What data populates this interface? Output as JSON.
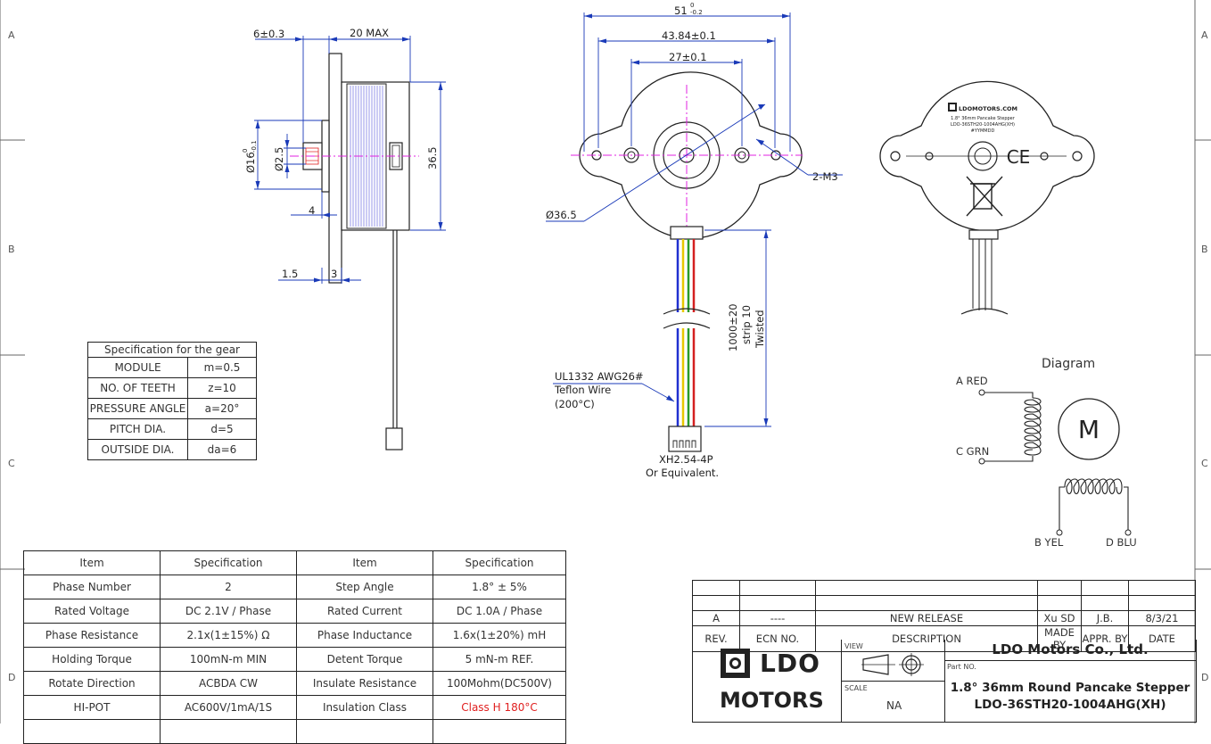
{
  "zones": {
    "left": [
      "A",
      "B",
      "C",
      "D"
    ],
    "right": [
      "A",
      "B",
      "C",
      "D"
    ]
  },
  "side_dims": {
    "d_6": "6±0.3",
    "d_20max": "20 MAX",
    "d_phi16": "Ø16",
    "d_phi16_tol_up": "0",
    "d_phi16_tol_dn": "-0.1",
    "d_phi25": "Ø2.5",
    "d_365": "36.5",
    "d_4": "4",
    "d_15": "1.5",
    "d_3": "3"
  },
  "front_dims": {
    "d_51": "51",
    "d_51_tol_up": "0",
    "d_51_tol_dn": "-0.2",
    "d_4384": "43.84±0.1",
    "d_27": "27±0.1",
    "d_2m3": "2-M3",
    "d_phi365": "Ø36.5",
    "lead_len": "1000±20",
    "lead_strip": "strip 10",
    "lead_twist": "Twisted",
    "wire_1": "UL1332 AWG26#",
    "wire_2": "Teflon Wire",
    "wire_3": "(200°C)",
    "conn_1": "XH2.54-4P",
    "conn_2": "Or Equivalent."
  },
  "label_plate": {
    "brand": "LDOMOTORS.COM",
    "line1": "1.8° 36mm Pancake Stepper",
    "line2": "LDO-36STH20-1004AHG(XH)",
    "line3": "#YYMMDD",
    "ce": "CE"
  },
  "diagram": {
    "title": "Diagram",
    "a": "A RED",
    "c": "C GRN",
    "b": "B YEL",
    "d": "D BLU",
    "motor": "M"
  },
  "gear_table": {
    "title": "Specification for the gear",
    "rows": [
      {
        "k": "MODULE",
        "v": "m=0.5"
      },
      {
        "k": "NO.  OF TEETH",
        "v": "z=10"
      },
      {
        "k": "PRESSURE ANGLE",
        "v": "a=20°"
      },
      {
        "k": "PITCH DIA.",
        "v": "d=5"
      },
      {
        "k": "OUTSIDE DIA.",
        "v": "da=6"
      }
    ]
  },
  "spec_table": {
    "headers": [
      "Item",
      "Specification",
      "Item",
      "Specification"
    ],
    "rows": [
      [
        "Phase Number",
        "2",
        "Step Angle",
        "1.8° ± 5%"
      ],
      [
        "Rated Voltage",
        "DC 2.1V / Phase",
        "Rated Current",
        "DC 1.0A / Phase"
      ],
      [
        "Phase Resistance",
        "2.1x(1±15%) Ω",
        "Phase Inductance",
        "1.6x(1±20%) mH"
      ],
      [
        "Holding Torque",
        "100mN-m MIN",
        "Detent Torque",
        "5 mN-m REF."
      ],
      [
        "Rotate Direction",
        "ACBDA CW",
        "Insulate Resistance",
        "100Mohm(DC500V)"
      ],
      [
        "HI-POT",
        "AC600V/1mA/1S",
        "Insulation Class",
        "Class H 180°C"
      ],
      [
        "",
        "",
        "",
        ""
      ]
    ],
    "highlight_color": "#e02020"
  },
  "title_block": {
    "rev_row": {
      "rev": "A",
      "ecn": "----",
      "desc": "NEW RELEASE",
      "made": "Xu SD",
      "appr": "J.B.",
      "date": "8/3/21"
    },
    "header_row": {
      "rev": "REV.",
      "ecn": "ECN NO.",
      "desc": "DESCRIPTION",
      "made": "MADE BY",
      "appr": "APPR. BY",
      "date": "DATE"
    },
    "company": "LDO Motors Co., Ltd.",
    "logo_top": "LDO",
    "logo_bottom": "MOTORS",
    "view_label": "VIEW",
    "scale_label": "SCALE",
    "scale_value": "NA",
    "part_label": "Part NO.",
    "part_line1": "1.8° 36mm Round Pancake Stepper",
    "part_line2": "LDO-36STH20-1004AHG(XH)"
  },
  "colors": {
    "line": "#222222",
    "dim_blue": "#1a3ab8",
    "center_magenta": "#e020e0",
    "wire_red": "#d42020",
    "wire_green": "#2a9a2a",
    "wire_yellow": "#e8c800",
    "wire_blue": "#2030d0",
    "winding_blue": "#9a9ae8"
  }
}
